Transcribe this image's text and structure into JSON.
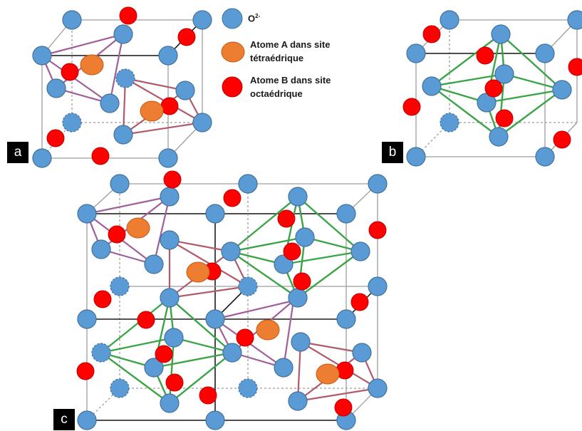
{
  "legend": {
    "oxygen_label": "O",
    "oxygen_charge": "2-",
    "a_site_label": "Atome A dans site tétraédrique",
    "b_site_label": "Atome B dans site octaédrique"
  },
  "panels": {
    "a": "a",
    "b": "b",
    "c": "c"
  },
  "colors": {
    "oxygen": "#5b9bd5",
    "oxygen_stroke": "#41719c",
    "a_site": "#ed7d31",
    "b_site": "#ff0000",
    "tetra_bond": "#a15e9a",
    "tetra_bond_alt": "#b05a6b",
    "octa_bond": "#3aa447",
    "cube_edge": "#1a1a1a",
    "cube_edge_grey": "#9e9e9e"
  }
}
